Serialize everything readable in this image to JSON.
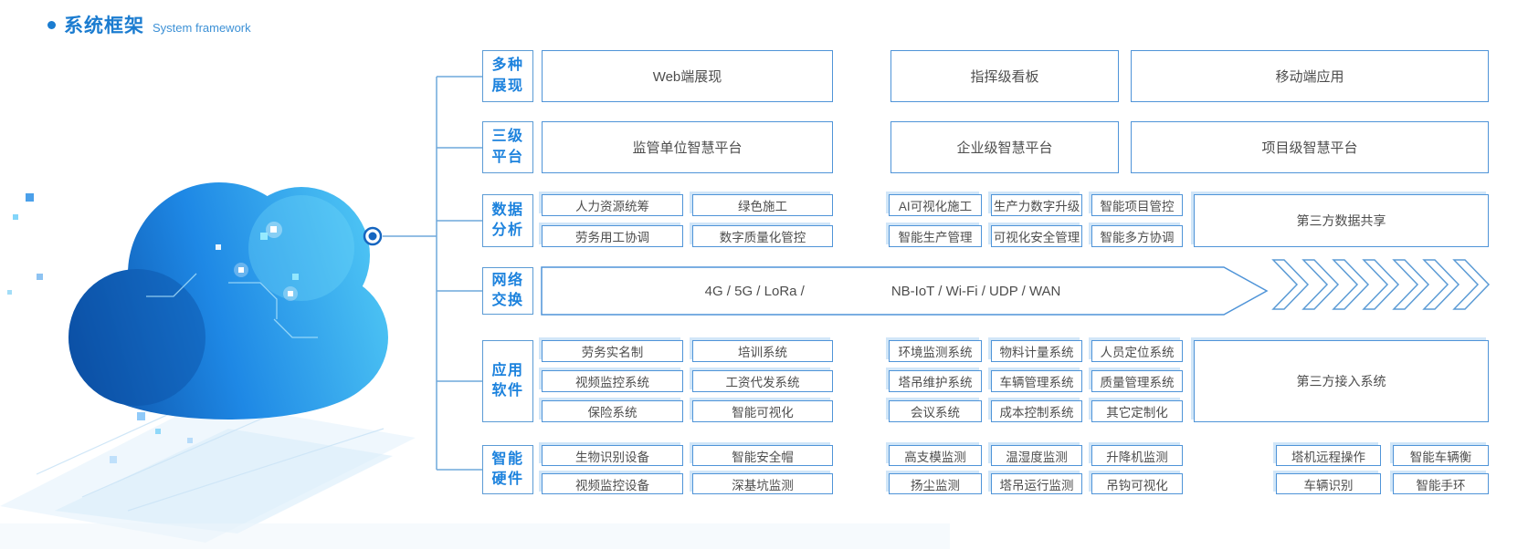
{
  "title": {
    "zh": "系统框架",
    "en": "System framework"
  },
  "colors": {
    "accent": "#1b7cd0",
    "box_border": "#4f94d8",
    "category_text": "#1c82dd",
    "box_text": "#4d4d4d",
    "connector": "#6fa8dc",
    "cloud_dark": "#0d52a8",
    "cloud_light": "#50c8f5"
  },
  "rows": [
    {
      "key": "multi-display",
      "label_lines": [
        "多种",
        "展现"
      ],
      "boxes": [
        "Web端展现",
        "指挥级看板",
        "移动端应用"
      ]
    },
    {
      "key": "three-level-platform",
      "label_lines": [
        "三级",
        "平台"
      ],
      "boxes": [
        "监管单位智慧平台",
        "企业级智慧平台",
        "项目级智慧平台"
      ]
    },
    {
      "key": "data-analysis",
      "label_lines": [
        "数据",
        "分析"
      ],
      "left": [
        [
          "人力资源统筹",
          "绿色施工"
        ],
        [
          "劳务用工协调",
          "数字质量化管控"
        ]
      ],
      "right": [
        [
          "AI可视化施工",
          "生产力数字升级",
          "智能项目管控"
        ],
        [
          "智能生产管理",
          "可视化安全管理",
          "智能多方协调"
        ]
      ],
      "tall": "第三方数据共享"
    },
    {
      "key": "network-exchange",
      "label_lines": [
        "网络",
        "交换"
      ],
      "segments": [
        "4G / 5G / LoRa /",
        "NB-IoT / Wi-Fi / UDP / WAN"
      ],
      "chevron_count": 7
    },
    {
      "key": "application-software",
      "label_lines": [
        "应用",
        "软件"
      ],
      "left": [
        [
          "劳务实名制",
          "培训系统"
        ],
        [
          "视频监控系统",
          "工资代发系统"
        ],
        [
          "保险系统",
          "智能可视化"
        ]
      ],
      "right": [
        [
          "环境监测系统",
          "物料计量系统",
          "人员定位系统"
        ],
        [
          "塔吊维护系统",
          "车辆管理系统",
          "质量管理系统"
        ],
        [
          "会议系统",
          "成本控制系统",
          "其它定制化"
        ]
      ],
      "tall": "第三方接入系统"
    },
    {
      "key": "smart-hardware",
      "label_lines": [
        "智能",
        "硬件"
      ],
      "left": [
        [
          "生物识别设备",
          "智能安全帽"
        ],
        [
          "视频监控设备",
          "深基坑监测"
        ]
      ],
      "right": [
        [
          "高支模监测",
          "温湿度监测",
          "升降机监测",
          "塔机远程操作",
          "智能车辆衡"
        ],
        [
          "扬尘监测",
          "塔吊运行监测",
          "吊钩可视化",
          "车辆识别",
          "智能手环"
        ]
      ]
    }
  ]
}
